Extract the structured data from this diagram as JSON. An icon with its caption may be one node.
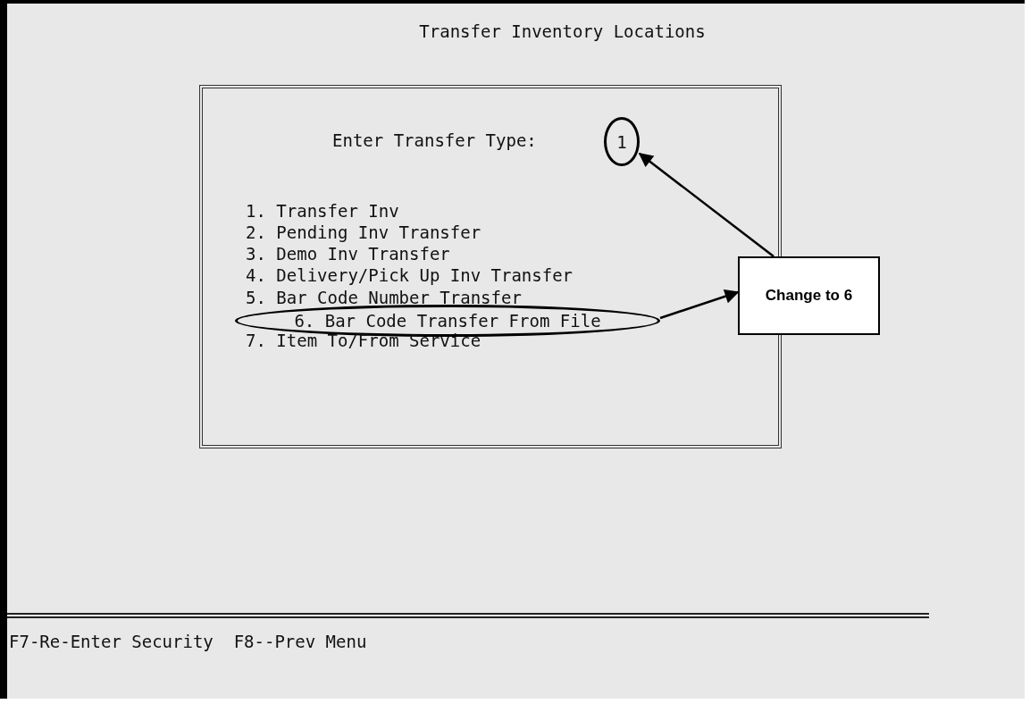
{
  "diagram": {
    "title": "Transfer Inventory Locations",
    "nodes": [
      {
        "text": [
          "Enter Transfer Type:"
        ]
      },
      {
        "text": [
          "1"
        ],
        "in": 0
      },
      {
        "text": [
          "6. Bar Code Transfer From File"
        ],
        "in": 0
      },
      {
        "text": [
          "Change to 6"
        ]
      }
    ],
    "edges": [
      {
        "from": 3,
        "to": 1,
        "arrow": "to"
      },
      {
        "from": 2,
        "to": 3,
        "arrow": "to"
      }
    ],
    "labels": [
      "1. Transfer Inv",
      "2. Pending Inv Transfer",
      "3. Demo Inv Transfer",
      "4. Delivery/Pick Up Inv Transfer",
      "5. Bar Code Number Transfer",
      "7. Item To/From Service",
      "F7-Re-Enter Security  F8--Prev Menu"
    ]
  }
}
